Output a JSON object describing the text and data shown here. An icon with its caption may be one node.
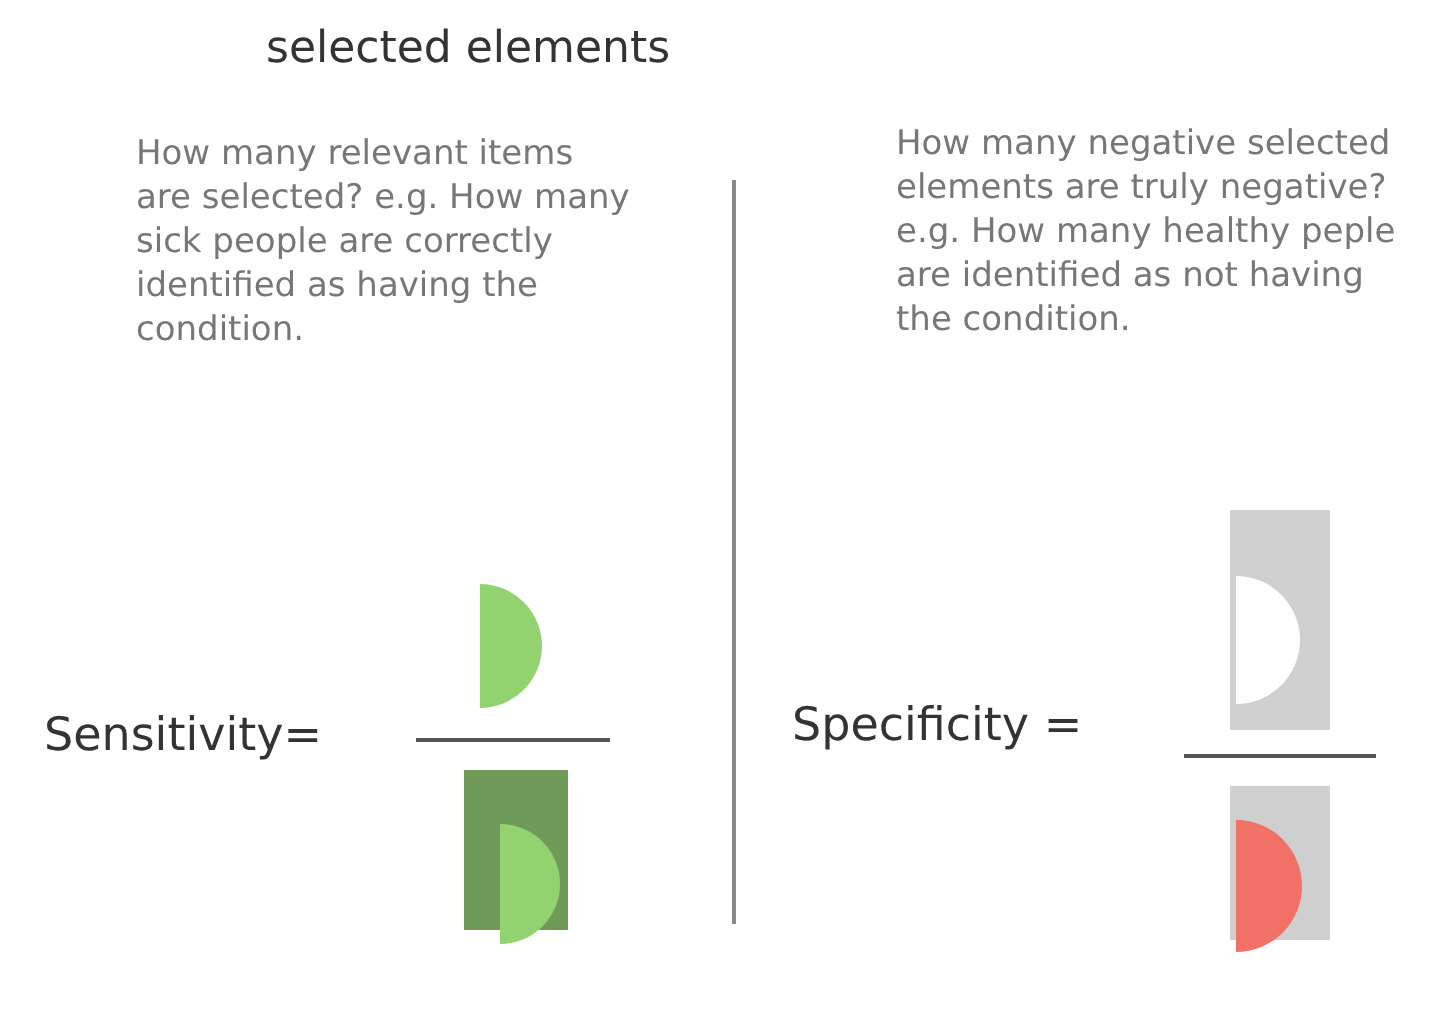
{
  "diagram": {
    "labels": [
      "selected elements",
      "How many relevant items are selected? e.g. How many sick people are correctly identified as having the condition.",
      "How many negative selected elements are truly negative? e.g. How many healthy peple are identified as not having the condition.",
      "Sensitivity=",
      "Specificity ="
    ]
  }
}
